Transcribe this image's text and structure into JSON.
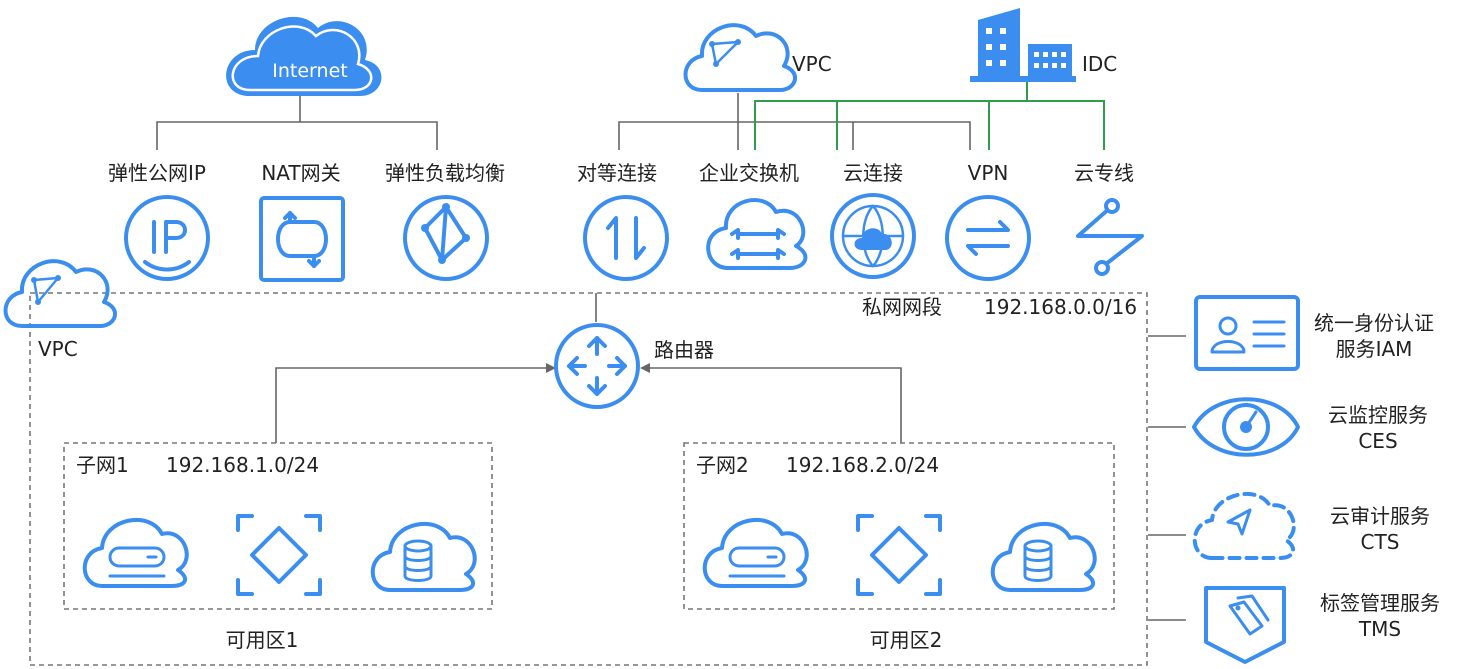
{
  "top_left": {
    "internet": "Internet",
    "services": [
      "弹性公网IP",
      "NAT网关",
      "弹性负载均衡"
    ]
  },
  "top_right": {
    "vpc": "VPC",
    "idc": "IDC",
    "services": [
      "对等连接",
      "企业交换机",
      "云连接",
      "VPN",
      "云专线"
    ]
  },
  "vpc_main": {
    "label": "VPC",
    "private_segment": "私网网段",
    "cidr": "192.168.0.0/16",
    "router": "路由器"
  },
  "subnets": [
    {
      "name": "子网1",
      "cidr": "192.168.1.0/24",
      "zone": "可用区1"
    },
    {
      "name": "子网2",
      "cidr": "192.168.2.0/24",
      "zone": "可用区2"
    }
  ],
  "side_services": [
    {
      "line1": "统一身份认证",
      "line2": "服务IAM",
      "icon": "id-card-icon"
    },
    {
      "line1": "云监控服务",
      "line2": "CES",
      "icon": "eye-icon"
    },
    {
      "line1": "云审计服务",
      "line2": "CTS",
      "icon": "audit-cloud-icon"
    },
    {
      "line1": "标签管理服务",
      "line2": "TMS",
      "icon": "tag-icon"
    }
  ],
  "colors": {
    "icon_blue": "#3b8ef0",
    "connector_green": "#2e9e4e",
    "line_gray": "#666666"
  }
}
